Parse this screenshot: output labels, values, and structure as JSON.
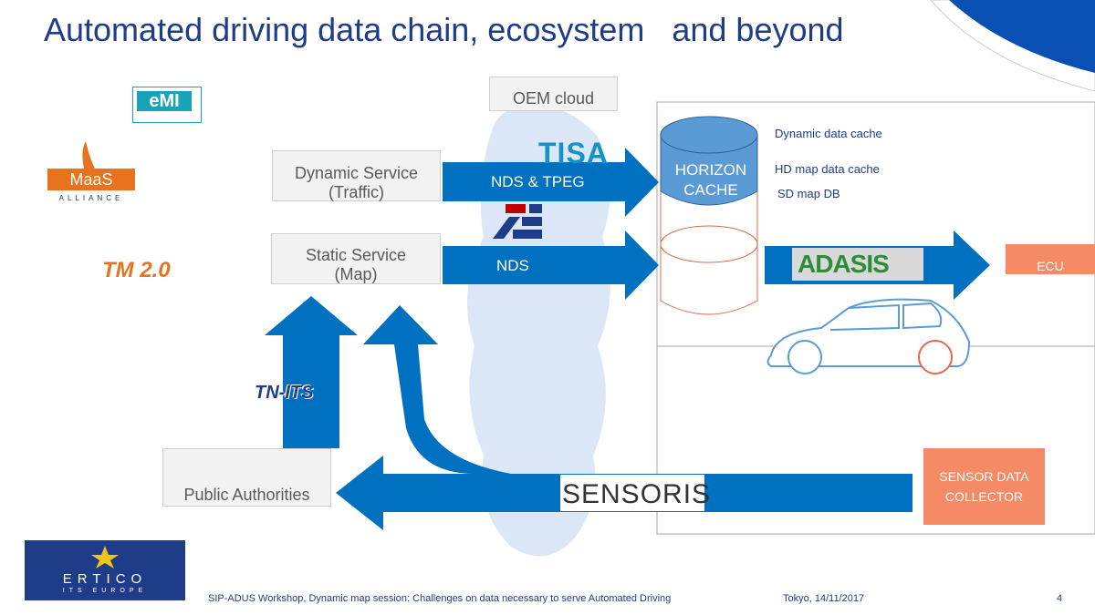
{
  "title": "Automated driving data chain, ecosystem   and beyond",
  "boxes": {
    "oem_cloud": "OEM cloud",
    "dynamic_service_line1": "Dynamic Service",
    "dynamic_service_line2": "(Traffic)",
    "static_service_line1": "Static Service",
    "static_service_line2": "(Map)",
    "public_authorities": "Public Authorities",
    "horizon_line1": "HORIZON",
    "horizon_line2": "CACHE",
    "ecu": "ECU",
    "sensor_line1": "SENSOR DATA",
    "sensor_line2": "COLLECTOR"
  },
  "arrows": {
    "nds_tpeg": "NDS & TPEG",
    "nds": "NDS"
  },
  "cache_labels": {
    "dynamic": "Dynamic data cache",
    "hd": "HD map data cache",
    "sd": "SD map DB"
  },
  "logos": {
    "emi": "eMI",
    "maas": "MaaS",
    "maas_sub": "ALLIANCE",
    "tm": "TM 2.0",
    "tisa": "TISA",
    "adasis": "ADASIS",
    "tn_its": "TN-ITS",
    "sensoris": "SENSORIS",
    "ertico": "ERTICO",
    "ertico_sub": "ITS EUROPE"
  },
  "footer": {
    "workshop": "SIP-ADUS Workshop, Dynamic map session: Challenges on data necessary to serve Automated  Driving",
    "place_date": "Tokyo, 14/11/2017",
    "page": "4"
  },
  "colors": {
    "arrow_blue": "#0070c0",
    "title_blue": "#1f3c88",
    "orange": "#f48b66",
    "cloud": "#dbe6f7"
  }
}
